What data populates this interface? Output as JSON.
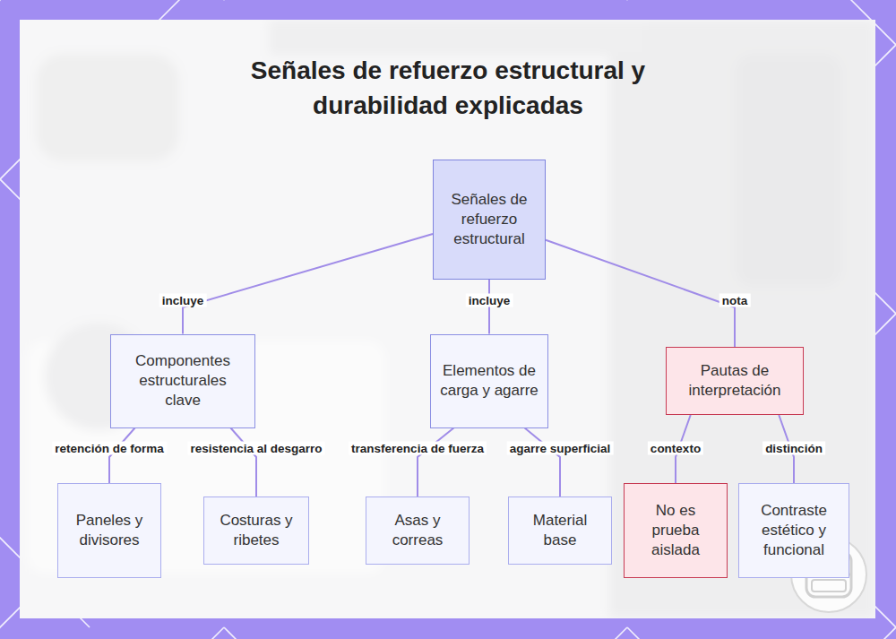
{
  "diagram": {
    "title": "Señales de refuerzo estructural y durabilidad explicadas",
    "nodes": [
      {
        "text": [
          "Señales de refuerzo estructural"
        ]
      },
      {
        "text": [
          "Componentes estructurales clave"
        ]
      },
      {
        "text": [
          "Elementos de carga y agarre"
        ]
      },
      {
        "text": [
          "Pautas de interpretación"
        ]
      },
      {
        "text": [
          "Paneles y divisores"
        ]
      },
      {
        "text": [
          "Costuras y ribetes"
        ]
      },
      {
        "text": [
          "Asas y correas"
        ]
      },
      {
        "text": [
          "Material base"
        ]
      },
      {
        "text": [
          "No es prueba aislada"
        ]
      },
      {
        "text": [
          "Contraste estético y funcional"
        ]
      }
    ],
    "edges": [
      {
        "from": 0,
        "to": 1,
        "label": "incluye",
        "arrow": "none"
      },
      {
        "from": 0,
        "to": 2,
        "label": "incluye",
        "arrow": "none"
      },
      {
        "from": 0,
        "to": 3,
        "label": "nota",
        "arrow": "none"
      },
      {
        "from": 1,
        "to": 4,
        "label": "retención de forma",
        "arrow": "none"
      },
      {
        "from": 1,
        "to": 5,
        "label": "resistencia al desgarro",
        "arrow": "none"
      },
      {
        "from": 2,
        "to": 6,
        "label": "transferencia de fuerza",
        "arrow": "none"
      },
      {
        "from": 2,
        "to": 7,
        "label": "agarre superficial",
        "arrow": "none"
      },
      {
        "from": 3,
        "to": 8,
        "label": "contexto",
        "arrow": "none"
      },
      {
        "from": 3,
        "to": 9,
        "label": "distinción",
        "arrow": "none"
      }
    ]
  }
}
